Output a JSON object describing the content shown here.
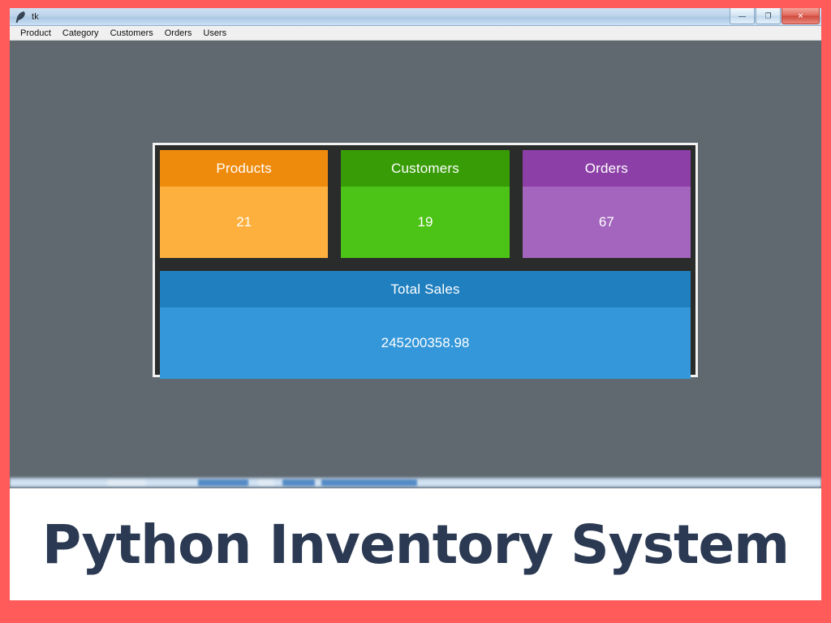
{
  "colors": {
    "frame_red": "#ff5b5b",
    "window_bg": "#60696f",
    "panel_bg": "#2a2b2b",
    "panel_border": "#f2f2f2",
    "caption_text": "#2b3a52"
  },
  "window": {
    "title": "tk",
    "icon": "feather-icon",
    "controls": [
      {
        "name": "minimize",
        "glyph": "—"
      },
      {
        "name": "maximize",
        "glyph": "❐"
      },
      {
        "name": "close",
        "glyph": "✕"
      }
    ]
  },
  "menubar": {
    "items": [
      {
        "label": "Product"
      },
      {
        "label": "Category"
      },
      {
        "label": "Customers"
      },
      {
        "label": "Orders"
      },
      {
        "label": "Users"
      }
    ]
  },
  "dashboard": {
    "cards": [
      {
        "title": "Products",
        "value": "21",
        "head_color": "#ef8b0c",
        "body_color": "#fdb03e"
      },
      {
        "title": "Customers",
        "value": "19",
        "head_color": "#389c07",
        "body_color": "#4cc417"
      },
      {
        "title": "Orders",
        "value": "67",
        "head_color": "#8c3fa7",
        "body_color": "#a365bd"
      }
    ],
    "total": {
      "title": "Total Sales",
      "value": "245200358.98",
      "head_color": "#1f7fbf",
      "body_color": "#3497d9"
    }
  },
  "caption": {
    "text": "Python Inventory System"
  }
}
